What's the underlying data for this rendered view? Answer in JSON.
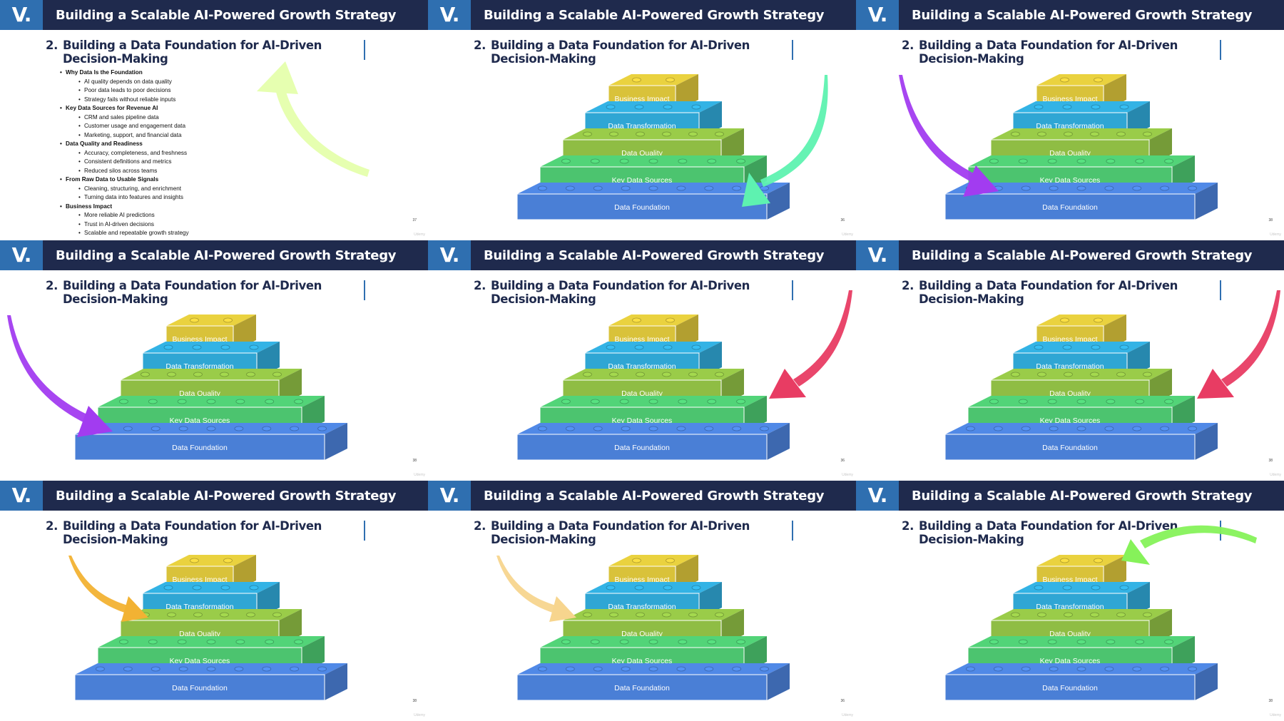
{
  "header": {
    "logo": "V.",
    "title": "Building a Scalable AI-Powered Growth Strategy"
  },
  "slide_title": {
    "number": "2.",
    "text": "Building a Data Foundation for AI-Driven Decision-Making"
  },
  "footer_mark": "Udemy",
  "first_slide": {
    "page_number": "37",
    "bullets": [
      {
        "heading": "Why Data Is the Foundation",
        "items": [
          "AI quality depends on data quality",
          "Poor data leads to poor decisions",
          "Strategy fails without reliable inputs"
        ]
      },
      {
        "heading": "Key Data Sources for Revenue AI",
        "items": [
          "CRM and sales pipeline data",
          "Customer usage and engagement data",
          "Marketing, support, and financial data"
        ]
      },
      {
        "heading": "Data Quality and Readiness",
        "items": [
          "Accuracy, completeness, and freshness",
          "Consistent definitions and metrics",
          "Reduced silos across teams"
        ]
      },
      {
        "heading": "From Raw Data to Usable Signals",
        "items": [
          "Cleaning, structuring, and enrichment",
          "Turning data into features and insights"
        ]
      },
      {
        "heading": "Business Impact",
        "items": [
          "More reliable AI predictions",
          "Trust in AI-driven decisions",
          "Scalable and repeatable growth strategy"
        ]
      }
    ]
  },
  "pyramid_layers": [
    {
      "label": "Business Impact",
      "color": "#d9c23a"
    },
    {
      "label": "Data Transformation",
      "color": "#2fa6d4"
    },
    {
      "label": "Data Quality",
      "color": "#8fbd44"
    },
    {
      "label": "Key Data Sources",
      "color": "#4cc46f"
    },
    {
      "label": "Data Foundation",
      "color": "#4a7fd6"
    }
  ],
  "pyramid_slides": [
    {
      "page_number": "36",
      "arrow_color": "#5ef2b0"
    },
    {
      "page_number": "38",
      "arrow_color": "#a23cf0"
    },
    {
      "page_number": "38",
      "arrow_color": "#a23cf0"
    },
    {
      "page_number": "36",
      "arrow_color": "#e83c63"
    },
    {
      "page_number": "38",
      "arrow_color": "#e83c63"
    },
    {
      "page_number": "38",
      "arrow_color": "#f2b233"
    },
    {
      "page_number": "36",
      "arrow_color": "#f7d58e"
    },
    {
      "page_number": "38",
      "arrow_color": "#86f25a"
    }
  ],
  "first_slide_arrow_color": "#e6ffb0"
}
